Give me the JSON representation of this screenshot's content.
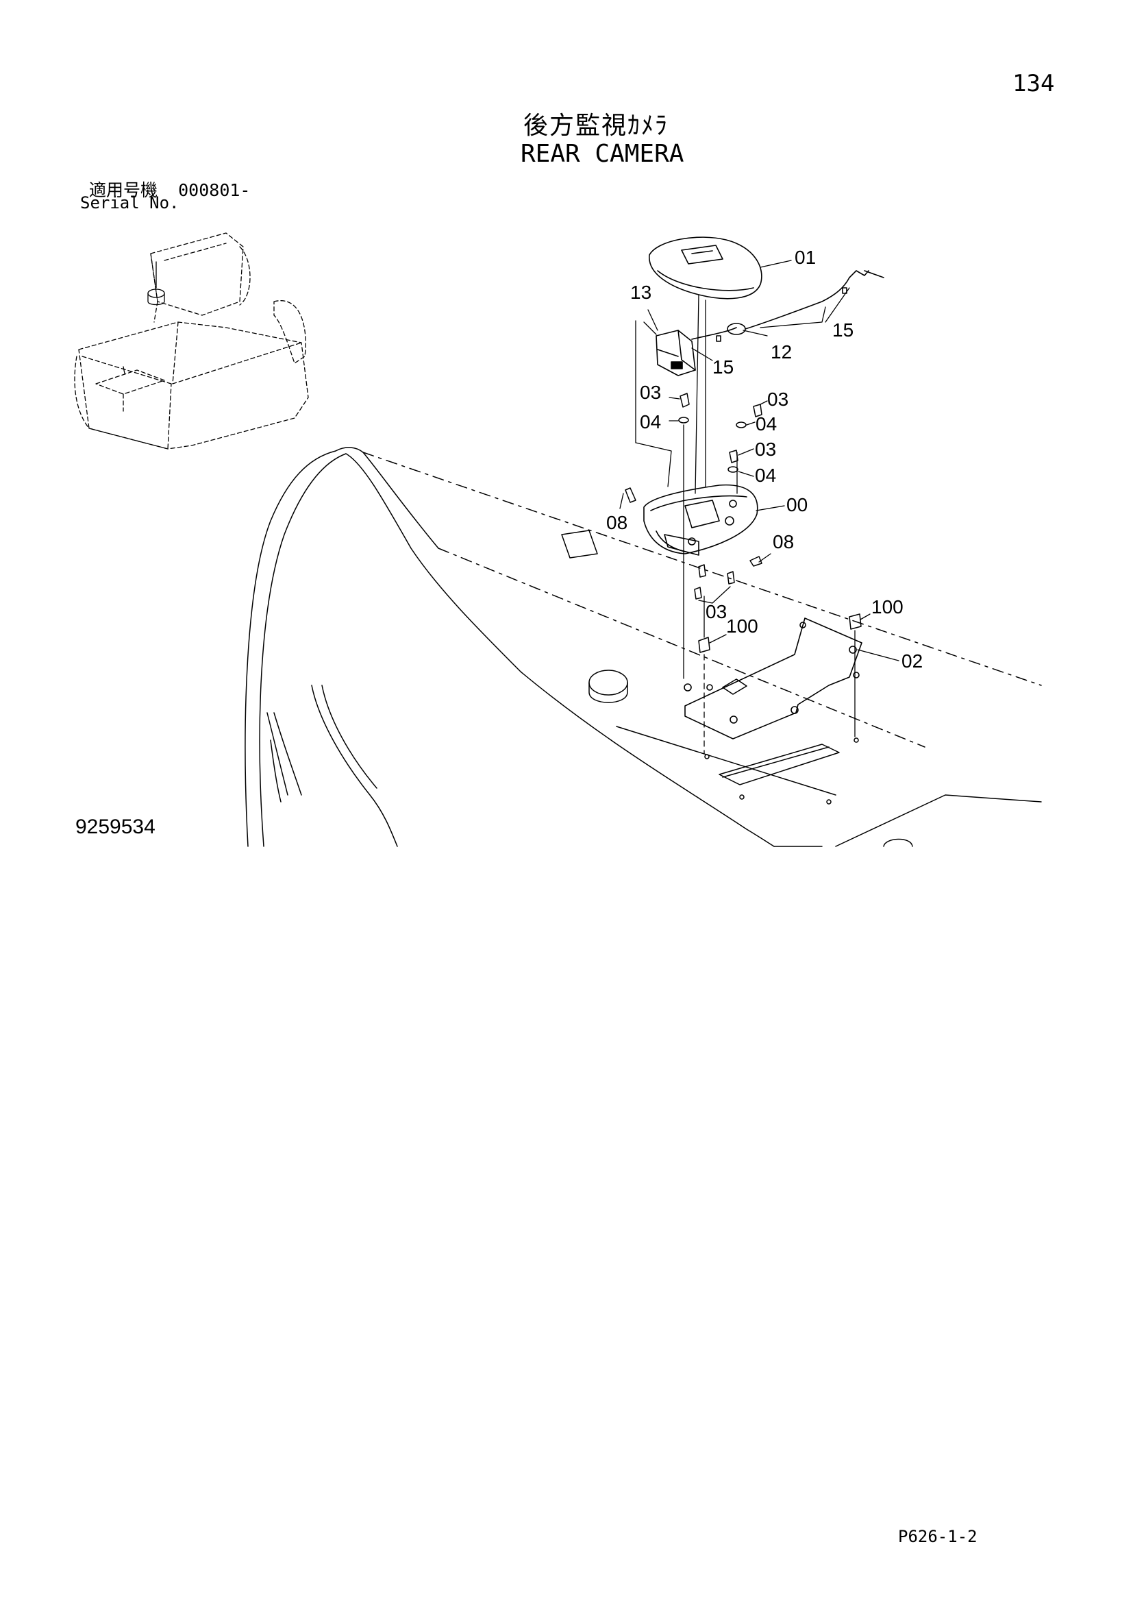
{
  "page": {
    "page_number": "134",
    "title_jp": "後方監視ｶﾒﾗ",
    "title_en": "REAR CAMERA",
    "serial_label_jp": "適用号機",
    "serial_value": "000801-",
    "serial_label_en": "Serial No.",
    "drawing_number": "9259534",
    "footer_code": "P626-1-2"
  },
  "callouts": {
    "c01": "01",
    "c13": "13",
    "c15a": "15",
    "c12": "12",
    "c15b": "15",
    "c03a": "03",
    "c04a": "04",
    "c03b": "03",
    "c04b": "04",
    "c03c": "03",
    "c04c": "04",
    "c00": "00",
    "c08a": "08",
    "c08b": "08",
    "c03d": "03",
    "c100a": "100",
    "c100b": "100",
    "c02": "02"
  }
}
